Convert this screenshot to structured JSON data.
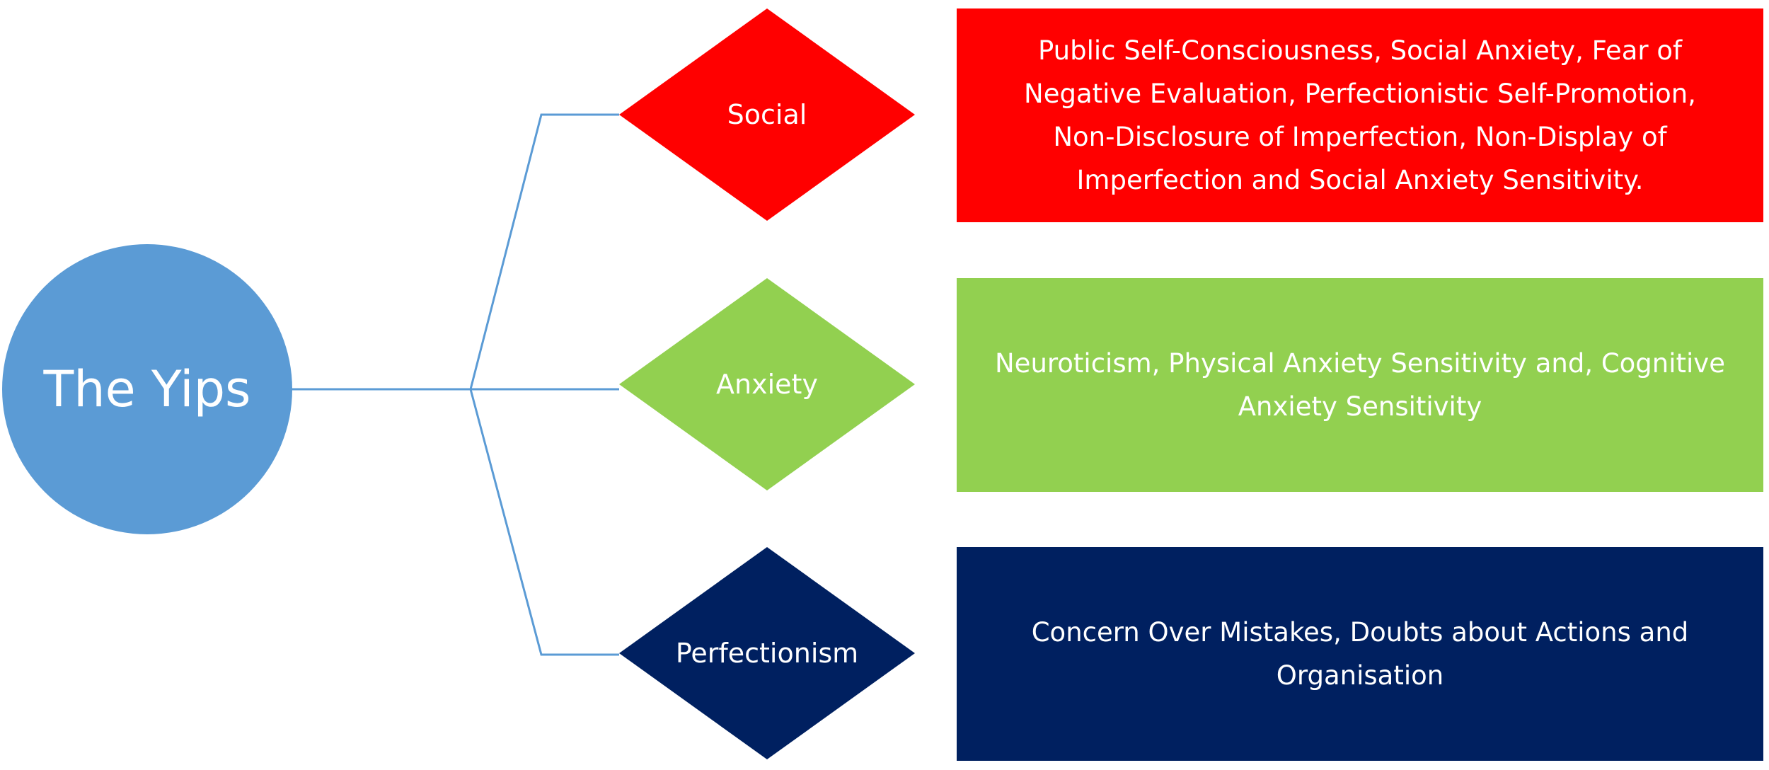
{
  "center": {
    "label": "The Yips",
    "color": "#5b9bd5"
  },
  "connector_color": "#5b9bd5",
  "branches": [
    {
      "label": "Social",
      "color": "#ff0000",
      "description": "Public Self-Consciousness, Social Anxiety, Fear of Negative Evaluation, Perfectionistic Self-Promotion, Non-Disclosure of Imperfection, Non-Display of Imperfection and Social Anxiety Sensitivity."
    },
    {
      "label": "Anxiety",
      "color": "#92d050",
      "description": "Neuroticism, Physical Anxiety Sensitivity and, Cognitive Anxiety Sensitivity"
    },
    {
      "label": "Perfectionism",
      "color": "#002060",
      "description": "Concern Over Mistakes, Doubts about Actions and Organisation"
    }
  ]
}
